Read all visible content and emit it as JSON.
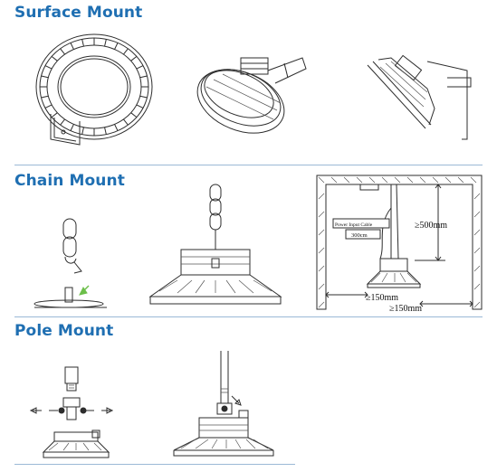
{
  "sections": {
    "surface": {
      "title": "Surface Mount"
    },
    "chain": {
      "title": "Chain Mount"
    },
    "pole": {
      "title": "Pole Mount"
    }
  },
  "annotations": {
    "cable_label": "Power Input Cable",
    "cable_length": "300cm",
    "ceiling_clearance": "≥500mm",
    "side_clearance": "≥150mm",
    "side_clearance_2": "≥150mm"
  },
  "colors": {
    "heading": "#1f6fb2",
    "rule": "#9bb9d6",
    "arrow": "#6cbf4a",
    "line": "#2d2d2d"
  }
}
